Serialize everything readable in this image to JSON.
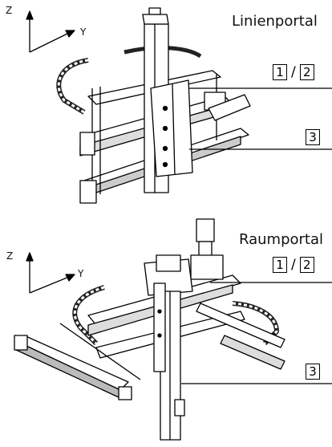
{
  "diagrams": [
    {
      "title": "Linienportal",
      "axes": {
        "z": "Z",
        "y": "Y"
      },
      "callouts": [
        {
          "first": "1",
          "separator": "/",
          "second": "2"
        },
        {
          "first": "3"
        }
      ]
    },
    {
      "title": "Raumportal",
      "axes": {
        "z": "Z",
        "y": "Y"
      },
      "callouts": [
        {
          "first": "1",
          "separator": "/",
          "second": "2"
        },
        {
          "first": "3"
        }
      ]
    }
  ]
}
